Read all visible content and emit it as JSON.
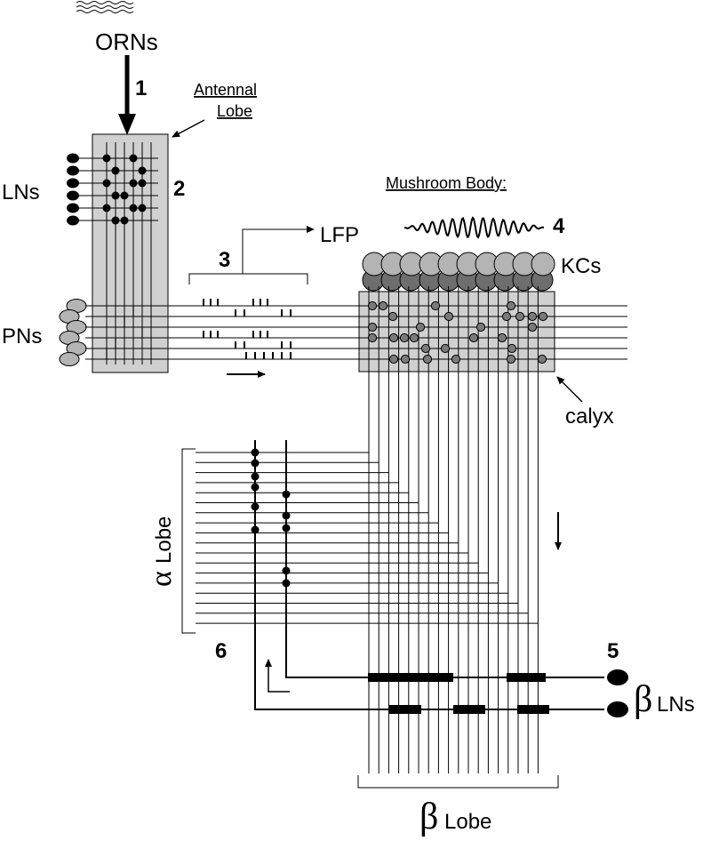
{
  "labels": {
    "orns": "ORNs",
    "num1": "1",
    "antennal_lobe_line1": "Antennal",
    "antennal_lobe_line2": "Lobe",
    "lns": "LNs",
    "num2": "2",
    "mushroom_body": "Mushroom Body:",
    "lfp": "LFP",
    "num4": "4",
    "num3": "3",
    "kcs": "KCs",
    "pns": "PNs",
    "calyx": "calyx",
    "alpha_symbol": "α",
    "alpha_lobe": "Lobe",
    "num6": "6",
    "num5": "5",
    "beta_lns_symbol": "β",
    "beta_lns": "LNs",
    "beta_lobe_symbol": "β",
    "beta_lobe": "Lobe"
  },
  "colors": {
    "ink": "#000000",
    "lobe_fill": "#d0d0d0",
    "kc_soma_light": "#b4b4b4",
    "kc_soma_dark": "#6e6e6e",
    "synapse_grey": "#7a7a7a"
  }
}
